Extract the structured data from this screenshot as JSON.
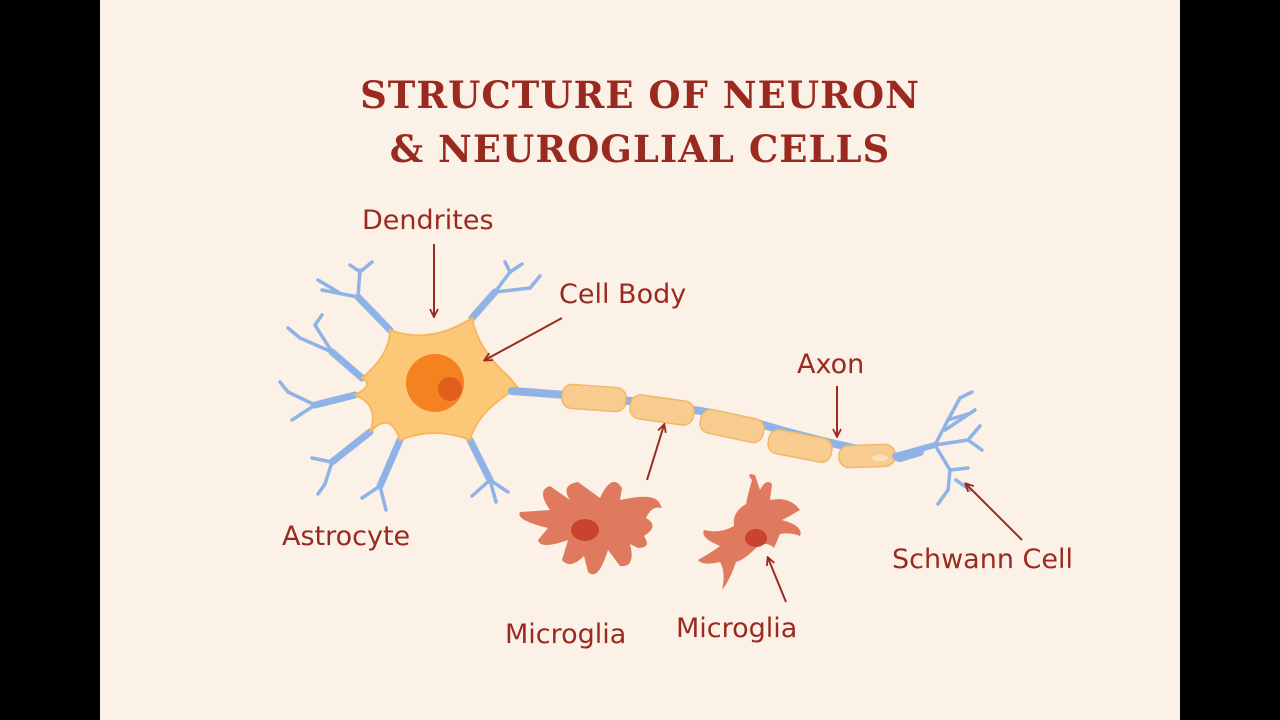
{
  "title": {
    "line1": "STRUCTURE OF NEURON",
    "line2": "& NEUROGLIAL CELLS"
  },
  "labels": {
    "dendrites": "Dendrites",
    "cell_body": "Cell Body",
    "axon": "Axon",
    "astrocyte": "Astrocyte",
    "microglia_1": "Microglia",
    "microglia_2": "Microglia",
    "schwann_cell": "Schwann Cell"
  },
  "colors": {
    "text": "#9a2a1f",
    "background": "#fbf1e7",
    "dendrite": "#8fb3e6",
    "cell_body": "#fcc877",
    "nucleus": "#f58220",
    "myelin": "#f8cc8e",
    "microglia": "#e07a5f"
  }
}
